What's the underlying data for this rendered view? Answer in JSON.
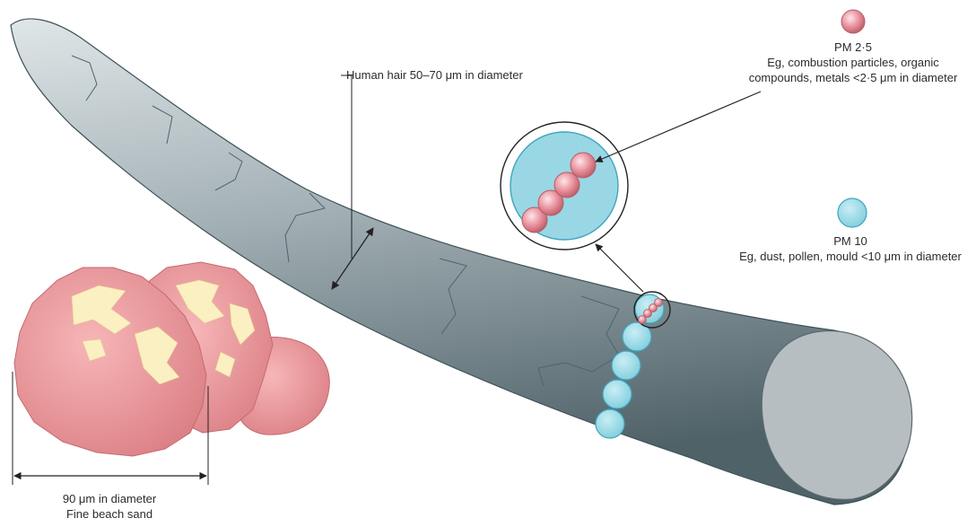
{
  "hair": {
    "label": "Human hair 50–70 μm in diameter"
  },
  "pm25": {
    "title": "PM 2·5",
    "description_line1": "Eg, combustion particles, organic",
    "description_line2": "compounds, metals <2·5 μm in diameter"
  },
  "pm10": {
    "title": "PM 10",
    "description": "Eg, dust, pollen, mould <10 μm in diameter"
  },
  "sand": {
    "line1": "90 μm in diameter",
    "line2": "Fine beach sand"
  },
  "colors": {
    "hair": "#9aa8ad",
    "hair_dark": "#6d7d83",
    "hair_end": "#b9c0c3",
    "pm10": "#8fd6e3",
    "pm25": "#e89aa3",
    "sand": "#ef9ea2",
    "sand_highlight": "#fbf0c2",
    "line": "#222222"
  }
}
